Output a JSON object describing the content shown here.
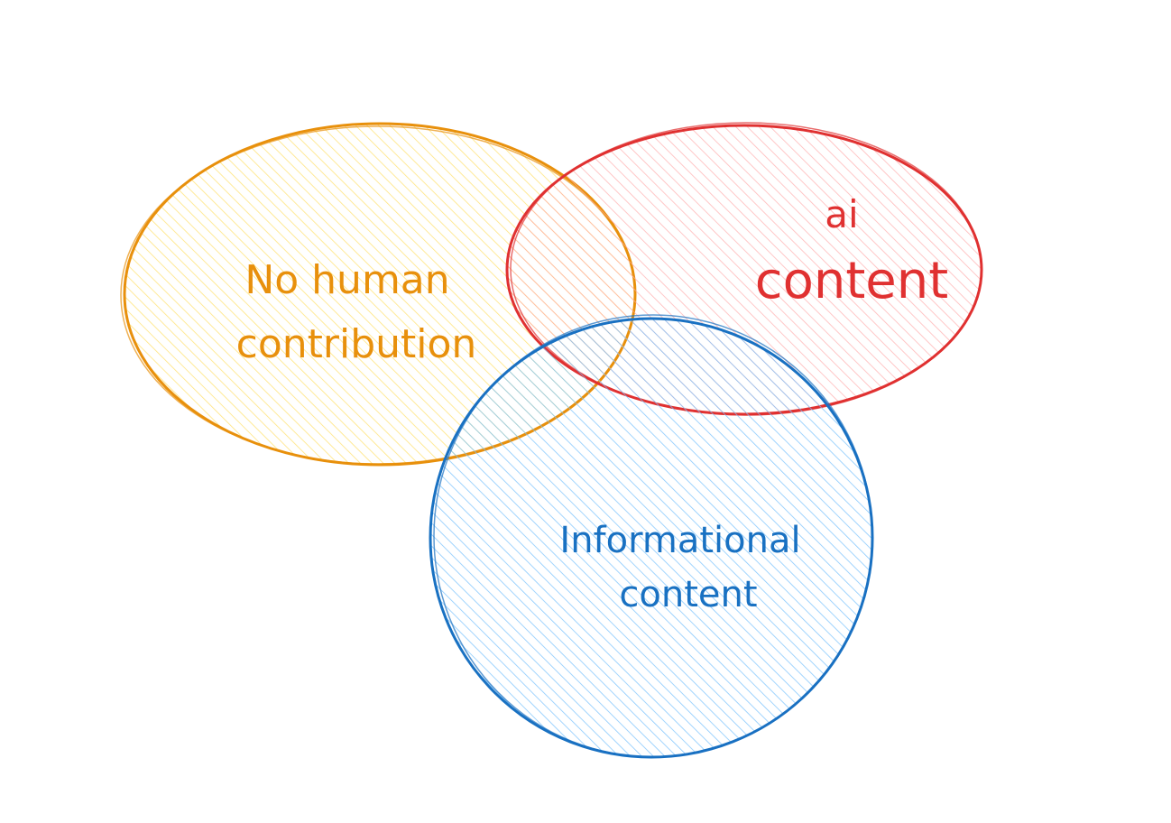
{
  "diagram": {
    "type": "venn",
    "sets": [
      {
        "id": "no-human",
        "label_lines": [
          "No human",
          "contribution"
        ],
        "stroke_color": "#e8900c",
        "fill_color": "#ffec99",
        "text_color": "#e8900c"
      },
      {
        "id": "ai",
        "label_lines": [
          "ai",
          "content"
        ],
        "stroke_color": "#e03131",
        "fill_color": "#ffc9c9",
        "text_color": "#e03131"
      },
      {
        "id": "informational",
        "label_lines": [
          "Informational",
          "content"
        ],
        "stroke_color": "#1971c2",
        "fill_color": "#a5d8ff",
        "text_color": "#1971c2"
      }
    ]
  }
}
